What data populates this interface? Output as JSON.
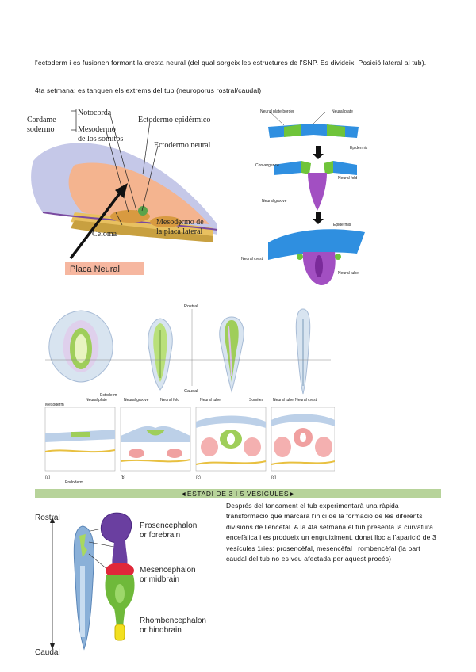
{
  "text": {
    "para1": "l'ectoderm i es fusionen formant la cresta neural (del qual sorgeix les estructures de l'SNP. Es divideix. Posició lateral al tub).",
    "para2": "4ta setmana: es tanquen els extrems del tub (neuroporus rostral/caudal)",
    "banner": "◄ESTADI DE 3 I 5 VESÍCULES►",
    "para3": "Després del tancament el tub experimentarà una ràpida transformació que marcarà l'inici de la formació de les diferents divisions de l'encèfal. A la 4ta setmana el tub presenta la curvatura encefàlica i es produeix un engruiximent, donat lloc a l'aparició de 3 vesícules 1ries: prosencèfal, mesencèfal i rombencèfal (la part caudal del tub no es veu afectada per aquest procés)"
  },
  "fig1": {
    "cordamesodermo_1": "Cordame-",
    "cordamesodermo_2": "sodermo",
    "notocorda": "Notocorda",
    "mesodermo_somitos_1": "Mesodermo",
    "mesodermo_somitos_2": "de los somitos",
    "ectodermo_epidermico": "Ectodermo epidérmico",
    "ectodermo_neural": "Ectodermo neural",
    "celoma": "Celoma",
    "mesodermo_placa_1": "Mesodermo de",
    "mesodermo_placa_2": "la placa lateral",
    "placa_neural": "Placa Neural"
  },
  "fig2": {
    "neural_plate_border": "Neural plate border",
    "neural_plate": "Neural plate",
    "epidermis": "Epidermis",
    "convergence": "Convergence",
    "neural_fold": "Neural fold",
    "neural_groove": "Neural groove",
    "epidermis2": "Epidermis",
    "neural_crest": "Neural crest",
    "neural_tube": "Neural tube"
  },
  "fig3": {
    "rostral": "Rostral",
    "caudal": "Caudal",
    "mesoderm": "Mesoderm",
    "neural_plate": "Neural plate",
    "ectoderm": "Ectoderm",
    "endoderm": "Endoderm",
    "neural_groove": "Neural groove",
    "neural_fold": "Neural fold",
    "neural_tube": "Neural tube",
    "somites": "Somites",
    "neural_tube2": "Neural tube",
    "neural_crest": "Neural crest",
    "panel_a": "(a)",
    "panel_b": "(b)",
    "panel_c": "(c)",
    "panel_d": "(d)"
  },
  "fig4": {
    "rostral": "Rostral",
    "caudal": "Caudal",
    "prosencephalon_1": "Prosencephalon",
    "prosencephalon_2": "or forebrain",
    "mesencephalon_1": "Mesencephalon",
    "mesencephalon_2": "or midbrain",
    "rhombencephalon_1": "Rhombencephalon",
    "rhombencephalon_2": "or hindbrain"
  },
  "colors": {
    "banner": "#b7d39a",
    "forebrain": "#6a3fa0",
    "midbrain": "#e0283a",
    "hindbrain": "#6fb93a",
    "neural_plate_box": "#f6b7a0",
    "epidermis_blue": "#2f8fe0"
  }
}
